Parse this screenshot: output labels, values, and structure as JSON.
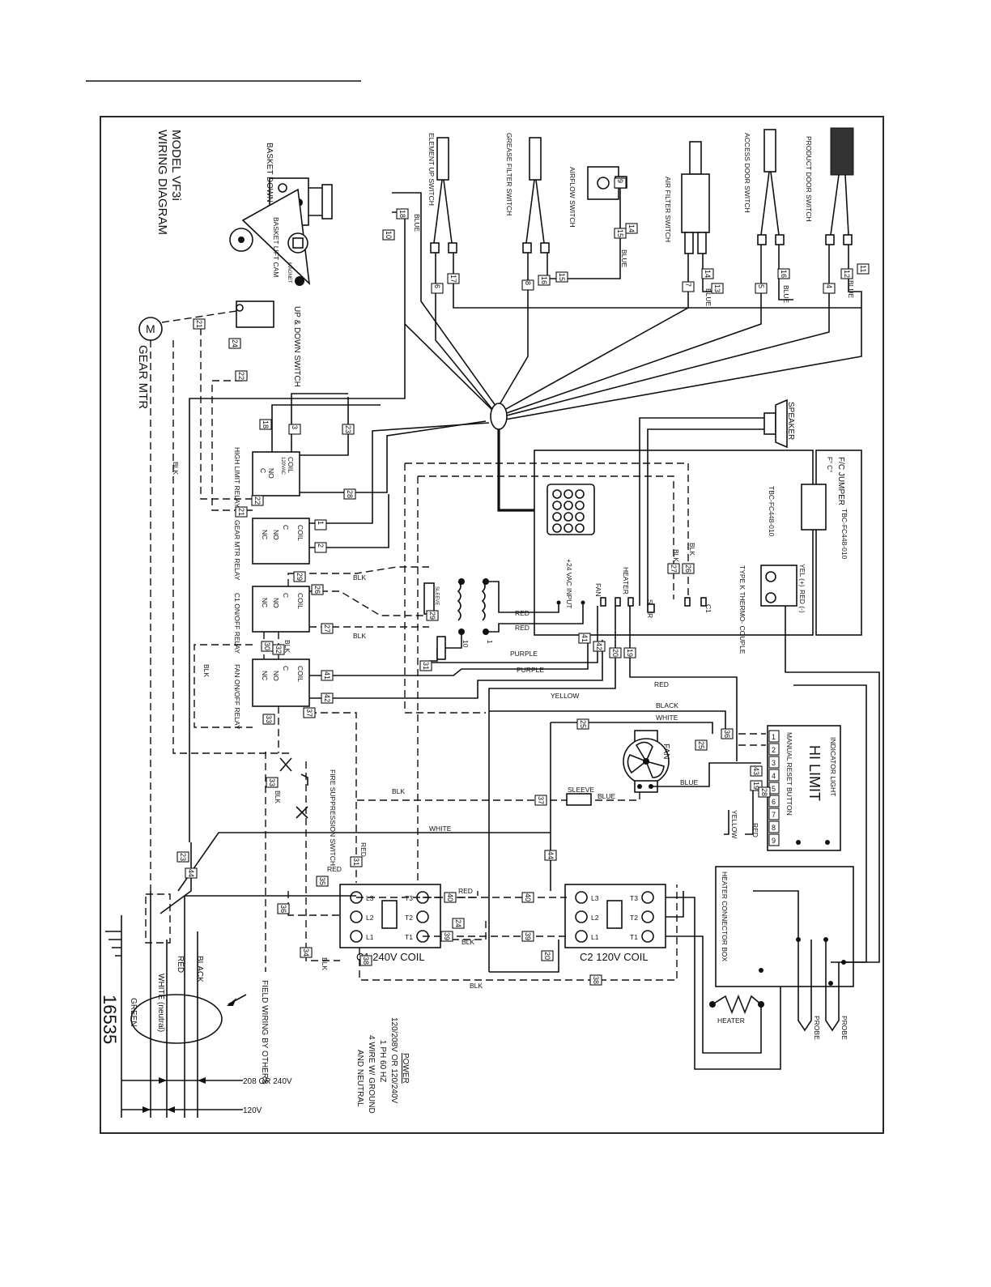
{
  "title": {
    "line1": "WIRING DIAGRAM",
    "line2": "MODEL VF3i"
  },
  "drawing_number": "16535",
  "switches": {
    "basket_down": "BASKET DOWN SWITCH",
    "basket_lift_cam": "BASKET LIFT CAM",
    "magnet": "MAGNET",
    "up_down": "UP & DOWN SWITCH",
    "element_up": "ELEMENT UP SWITCH",
    "grease_filter": "GREASE FILTER SWITCH",
    "airflow": "AIRFLOW SWITCH",
    "air_filter": "AIR FILTER SWITCH",
    "access_door": "ACCESS DOOR SWITCH",
    "product_door": "PRODUCT DOOR SWITCH",
    "fire_suppression": "FIRE SUPPRESSION SWITCH"
  },
  "gear_motor": {
    "symbol": "M",
    "label": "GEAR MTR"
  },
  "relays": {
    "high_limit": "HIGH LIMIT RELAY",
    "gear_mtr": "GEAR MTR RELAY",
    "c1_on_off": "C1 ON/OFF RELAY",
    "fan_on_off": "FAN ON/OFF RELAY",
    "coil": "COIL",
    "volt": "120VAC",
    "c": "C",
    "no": "NO",
    "nc": "NC"
  },
  "controller": {
    "speaker": "SPEAKER",
    "jumper_title": "F/C JUMPER",
    "jumper_opts": "F° C°",
    "part_number": "TBC-FC448-010",
    "part_number_2": "TBC-FC448-010",
    "thermocouple": "TYPE K THERMO- COUPLE",
    "yel_plus": "YEL (+)",
    "red_minus": "RED (-)",
    "inputs": [
      "+24 VAC INPUT",
      "FAN",
      "HEATER",
      "SPKR"
    ],
    "c1": "C1"
  },
  "transformer": {
    "sleeve": "SLEEVE",
    "tap_10": "10",
    "tap_1": "1"
  },
  "hi_limit": {
    "title": "HI LIMIT",
    "indicator": "INDICATOR LIGHT",
    "reset": "MANUAL RESET BUTTON",
    "terminals": [
      "1",
      "2",
      "3",
      "4",
      "5",
      "6",
      "7",
      "8",
      "9"
    ]
  },
  "fan_label": "FAN",
  "contactors": {
    "c1": "C1  240V  COIL",
    "c2": "C2  120V  COIL",
    "terminals": [
      "L3",
      "L2",
      "L1",
      "T3",
      "T2",
      "T1"
    ]
  },
  "heater_box": {
    "title": "HEATER CONNECTOR BOX",
    "heater": "HEATER",
    "probe": "PROBE",
    "probe_2": "PROBE"
  },
  "wire_colors": {
    "blk": "BLK",
    "blue": "BLUE",
    "red": "RED",
    "purple": "PURPLE",
    "yellow": "YELLOW",
    "black": "BLACK",
    "white": "WHITE",
    "sleeve": "SLEEVE"
  },
  "wire_tags": [
    "1",
    "2",
    "3",
    "4",
    "5",
    "6",
    "7",
    "8",
    "9",
    "10",
    "11",
    "12",
    "13",
    "14",
    "15",
    "16",
    "17",
    "18",
    "19",
    "20",
    "21",
    "22",
    "23",
    "24",
    "25",
    "26",
    "27",
    "28",
    "29",
    "30",
    "31",
    "32",
    "33",
    "34",
    "35",
    "36",
    "37",
    "38",
    "39",
    "40",
    "41",
    "42",
    "43",
    "44"
  ],
  "field_wiring": {
    "black": "BLACK",
    "red": "RED",
    "white_neutral": "WHITE (neutral)",
    "green": "GREEN",
    "by_others": "FIELD WIRING BY OTHERS"
  },
  "voltage": {
    "v208_240": "208 OR 240V",
    "v120": "120V"
  },
  "power": {
    "heading": "POWER",
    "line1": "120/208V OR 120/240V",
    "line2": "1 PH 60 HZ",
    "line3": "4 WIRE W/ GROUND",
    "line4": "AND NEUTRAL"
  }
}
